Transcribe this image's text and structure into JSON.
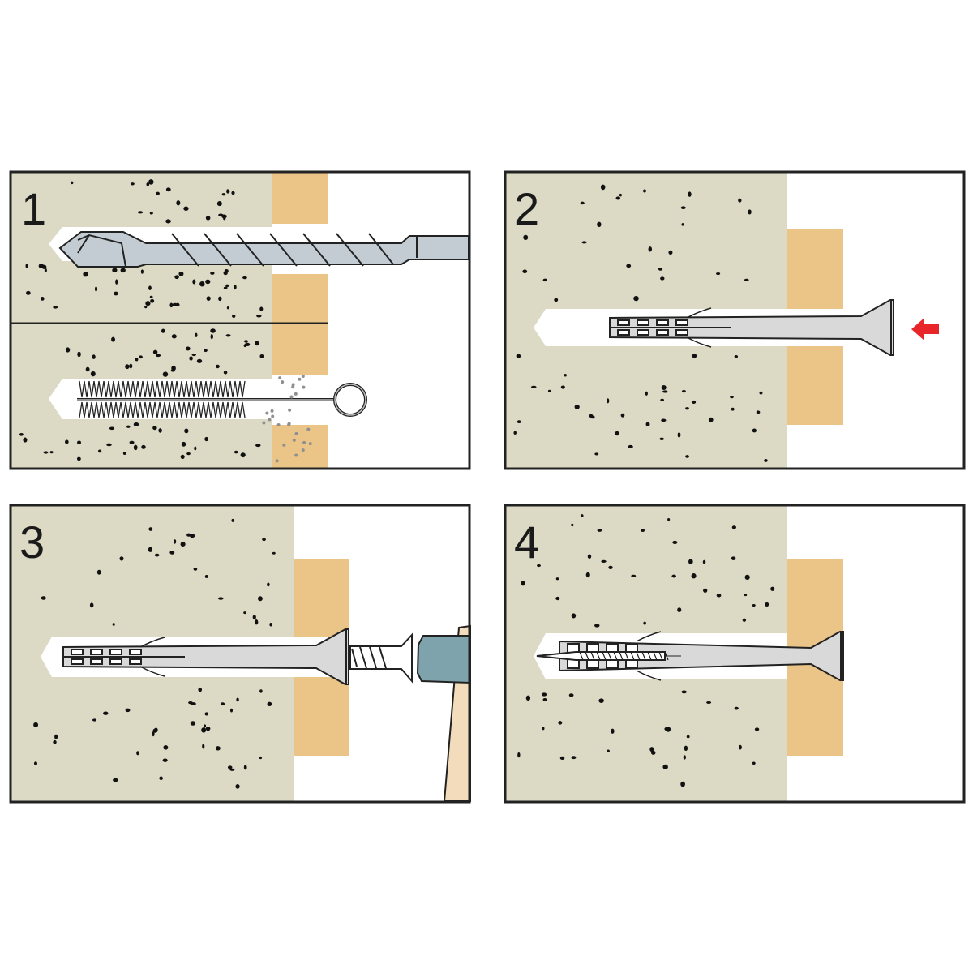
{
  "steps": [
    {
      "number": "1",
      "action": "drill-and-clean"
    },
    {
      "number": "2",
      "action": "insert-anchor"
    },
    {
      "number": "3",
      "action": "hammer-screw"
    },
    {
      "number": "4",
      "action": "anchor-expanded"
    }
  ],
  "colors": {
    "concrete": "#dcdac4",
    "board": "#ebc488",
    "steel": "#c3ccd2",
    "plastic": "#d9d9d9",
    "hammer_head": "#7fa3ad",
    "handle": "#f2dcbc",
    "arrow": "#e8262a",
    "dust": "#909090",
    "frame": "#222222"
  }
}
